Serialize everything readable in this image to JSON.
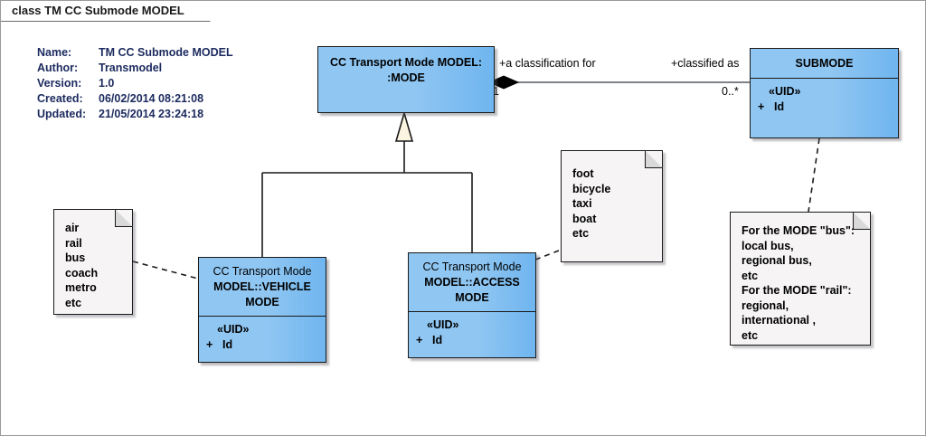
{
  "diagram": {
    "tab_label": "class TM CC Submode MODEL",
    "metadata": [
      {
        "key": "Name:",
        "value": "TM CC Submode MODEL"
      },
      {
        "key": "Author:",
        "value": "Transmodel"
      },
      {
        "key": "Version:",
        "value": "1.0"
      },
      {
        "key": "Created:",
        "value": "06/02/2014 08:21:08"
      },
      {
        "key": "Updated:",
        "value": "21/05/2014 23:24:18"
      }
    ]
  },
  "classes": {
    "mode": {
      "title_line1": "CC Transport Mode MODEL:",
      "title_line2": ":MODE"
    },
    "submode": {
      "title": "SUBMODE",
      "stereotype": "«UID»",
      "visibility": "+",
      "attribute": "Id"
    },
    "vehicle_mode": {
      "title_line1": "CC Transport Mode",
      "title_line2": "MODEL::VEHICLE",
      "title_line3": "MODE",
      "stereotype": "«UID»",
      "visibility": "+",
      "attribute": "Id"
    },
    "access_mode": {
      "title_line1": "CC Transport Mode",
      "title_line2": "MODEL::ACCESS",
      "title_line3": "MODE",
      "stereotype": "«UID»",
      "visibility": "+",
      "attribute": "Id"
    }
  },
  "association": {
    "source_role": "+a classification for",
    "source_multiplicity": "1",
    "target_role": "+classified as",
    "target_multiplicity": "0..*"
  },
  "notes": {
    "vehicle_examples": "air\nrail\nbus\ncoach\nmetro\netc",
    "access_examples": "foot\nbicycle\ntaxi\nboat\netc",
    "submode_examples": "For the MODE \"bus\":\nlocal bus,\nregional bus,\netc\nFor the MODE \"rail\":\nregional,\ninternational ,\netc"
  },
  "colors": {
    "class_fill_left": "#8fc6f2",
    "class_fill_right": "#6fb5ef",
    "class_border": "#1a1a1a",
    "note_fill": "#f6f4f4",
    "note_fold": "#d9d9d9",
    "meta_text": "#1b2a5e",
    "canvas": "#ffffff"
  }
}
